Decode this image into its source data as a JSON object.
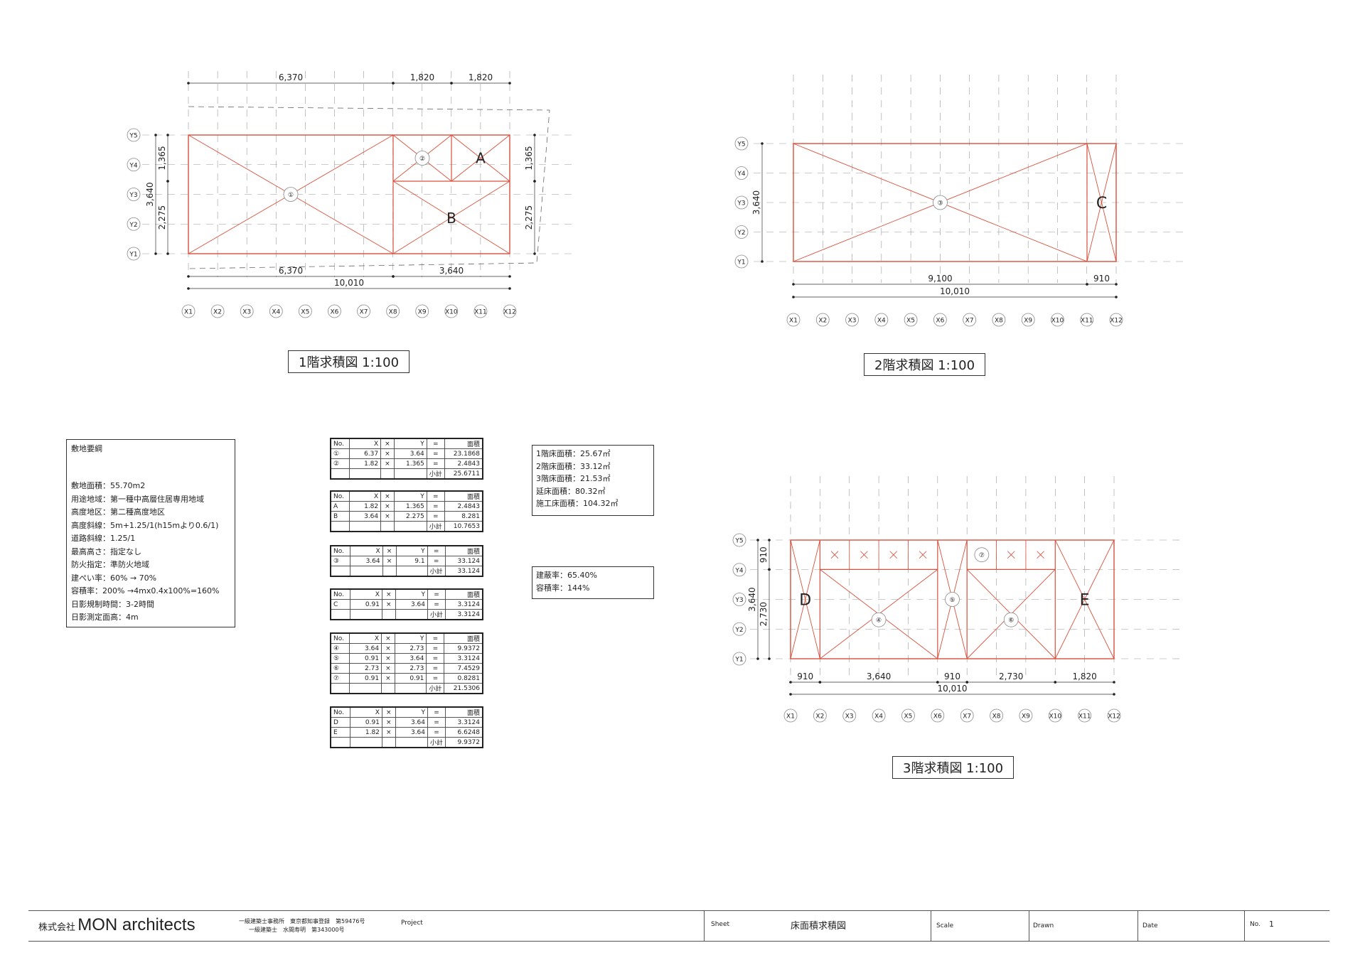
{
  "plans": [
    {
      "caption": "1階求積図 1:100",
      "top_dims": [
        "6,370",
        "1,820",
        "1,820"
      ],
      "bottom_dims": [
        "6,370",
        "3,640"
      ],
      "total": "10,010",
      "left_dims": [
        "1,365",
        "3,640",
        "2,275"
      ],
      "right_dims": [
        "1,365",
        "2,275"
      ],
      "y_labels": [
        "Y5",
        "Y4",
        "Y3",
        "Y2",
        "Y1"
      ],
      "x_labels": [
        "X1",
        "X2",
        "X3",
        "X4",
        "X5",
        "X6",
        "X7",
        "X8",
        "X9",
        "X10",
        "X11",
        "X12"
      ],
      "region_labels": [
        "①",
        "②",
        "A",
        "B"
      ]
    },
    {
      "caption": "2階求積図 1:100",
      "bottom_dims": [
        "9,100",
        "910"
      ],
      "total": "10,010",
      "left_dims": [
        "3,640"
      ],
      "y_labels": [
        "Y5",
        "Y4",
        "Y3",
        "Y2",
        "Y1"
      ],
      "x_labels": [
        "X1",
        "X2",
        "X3",
        "X4",
        "X5",
        "X6",
        "X7",
        "X8",
        "X9",
        "X10",
        "X11",
        "X12"
      ],
      "region_labels": [
        "③",
        "C"
      ]
    },
    {
      "caption": "3階求積図 1:100",
      "bottom_dims": [
        "910",
        "3,640",
        "910",
        "2,730",
        "1,820"
      ],
      "total": "10,010",
      "left_dims": [
        "910",
        "3,640",
        "2,730"
      ],
      "y_labels": [
        "Y5",
        "Y4",
        "Y3",
        "Y2",
        "Y1"
      ],
      "x_labels": [
        "X1",
        "X2",
        "X3",
        "X4",
        "X5",
        "X6",
        "X7",
        "X8",
        "X9",
        "X10",
        "X11",
        "X12"
      ],
      "region_labels": [
        "D",
        "④",
        "⑤",
        "⑦",
        "⑥",
        "E"
      ]
    }
  ],
  "site": {
    "title": "敷地要綱",
    "lines": [
      "敷地面積：55.70m2",
      "用途地域：第一種中高層住居専用地域",
      "高度地区：第二種高度地区",
      "高度斜線：5m+1.25/1(h15mより0.6/1)",
      "道路斜線：1.25/1",
      "最高高さ：指定なし",
      "防火指定：準防火地域",
      "建ぺい率：60% → 70%",
      "容積率：200% →4mx0.4x100%=160%",
      "日影規制時間：3-2時間",
      "日影測定面高：4m"
    ]
  },
  "tables": [
    {
      "header": [
        "No.",
        "X",
        "×",
        "Y",
        "=",
        "面積"
      ],
      "rows": [
        [
          "①",
          "6.37",
          "×",
          "3.64",
          "=",
          "23.1868"
        ],
        [
          "②",
          "1.82",
          "×",
          "1.365",
          "=",
          "2.4843"
        ]
      ],
      "subtotal_label": "小計",
      "subtotal": "25.6711"
    },
    {
      "header": [
        "No.",
        "X",
        "×",
        "Y",
        "=",
        "面積"
      ],
      "rows": [
        [
          "A",
          "1.82",
          "×",
          "1.365",
          "=",
          "2.4843"
        ],
        [
          "B",
          "3.64",
          "×",
          "2.275",
          "=",
          "8.281"
        ]
      ],
      "subtotal_label": "小計",
      "subtotal": "10.7653"
    },
    {
      "header": [
        "No.",
        "X",
        "×",
        "Y",
        "=",
        "面積"
      ],
      "rows": [
        [
          "③",
          "3.64",
          "×",
          "9.1",
          "=",
          "33.124"
        ]
      ],
      "subtotal_label": "小計",
      "subtotal": "33.124"
    },
    {
      "header": [
        "No.",
        "X",
        "×",
        "Y",
        "=",
        "面積"
      ],
      "rows": [
        [
          "C",
          "0.91",
          "×",
          "3.64",
          "=",
          "3.3124"
        ]
      ],
      "subtotal_label": "小計",
      "subtotal": "3.3124"
    },
    {
      "header": [
        "No.",
        "X",
        "×",
        "Y",
        "=",
        "面積"
      ],
      "rows": [
        [
          "④",
          "3.64",
          "×",
          "2.73",
          "=",
          "9.9372"
        ],
        [
          "⑤",
          "0.91",
          "×",
          "3.64",
          "=",
          "3.3124"
        ],
        [
          "⑥",
          "2.73",
          "×",
          "2.73",
          "=",
          "7.4529"
        ],
        [
          "⑦",
          "0.91",
          "×",
          "0.91",
          "=",
          "0.8281"
        ]
      ],
      "subtotal_label": "小計",
      "subtotal": "21.5306"
    },
    {
      "header": [
        "No.",
        "X",
        "×",
        "Y",
        "=",
        "面積"
      ],
      "rows": [
        [
          "D",
          "0.91",
          "×",
          "3.64",
          "=",
          "3.3124"
        ],
        [
          "E",
          "1.82",
          "×",
          "3.64",
          "=",
          "6.6248"
        ]
      ],
      "subtotal_label": "小計",
      "subtotal": "9.9372"
    }
  ],
  "area_summary": [
    "1階床面積：25.67㎡",
    "2階床面積：33.12㎡",
    "3階床面積：21.53㎡",
    "延床面積：80.32㎡",
    "施工床面積：104.32㎡"
  ],
  "ratio_summary": [
    "建蔽率：65.40%",
    "容積率：144%"
  ],
  "title_block": {
    "company_prefix": "株式会社",
    "company_name": "MON architects",
    "reg_line1": "一級建築士事務所　東京都知事登録　第59476号",
    "reg_line2": "一級建築士　水間寿明　第343000号",
    "project_label": "Project",
    "sheet_label": "Sheet",
    "sheet_title": "床面積求積図",
    "scale_label": "Scale",
    "drawn_label": "Drawn",
    "date_label": "Date",
    "no_label": "No.",
    "no_value": "1"
  },
  "colors": {
    "outline": "#d9503c",
    "grid": "#999999",
    "dim": "#333333"
  }
}
